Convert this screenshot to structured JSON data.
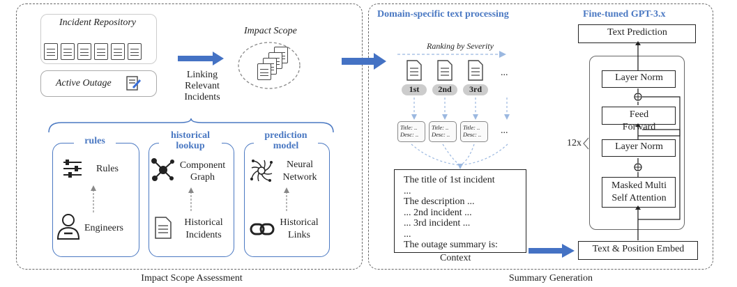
{
  "left_panel": {
    "caption": "Impact Scope Assessment",
    "incident_repository": "Incident Repository",
    "active_outage": "Active Outage",
    "impact_scope": "Impact Scope",
    "linking_label": "Linking\nRelevant\nIncidents",
    "categories": [
      {
        "title": "rules",
        "top": "Rules",
        "bottom": "Engineers"
      },
      {
        "title": "historical\nlookup",
        "top": "Component\nGraph",
        "bottom": "Historical\nIncidents"
      },
      {
        "title": "prediction\nmodel",
        "top": "Neural\nNetwork",
        "bottom": "Historical\nLinks"
      }
    ]
  },
  "right_panel": {
    "caption": "Summary Generation",
    "domain_title": "Domain-specific text processing",
    "ranking_label": "Ranking by Severity",
    "ranks": [
      "1st",
      "2nd",
      "3rd"
    ],
    "ellipsis": "...",
    "mini_card": {
      "title": "Title: ..",
      "desc": "Desc: .."
    },
    "context_lines": [
      "The title of 1st incident",
      "...",
      "The description ...",
      "... 2nd incident ...",
      "... 3rd incident ...",
      "...",
      "The outage summary is:"
    ],
    "context_label": "Context",
    "gpt_title": "Fine-tuned GPT-3.x",
    "text_prediction": "Text Prediction",
    "layer_norm_top": "Layer Norm",
    "feed_forward": "Feed\nForward",
    "layer_norm_bottom": "Layer Norm",
    "masked_attention": "Masked Multi\nSelf Attention",
    "repeat_label": "12x",
    "embed": "Text & Position Embed",
    "plus_symbol": "⊕"
  },
  "colors": {
    "accent_blue": "#4a78c2",
    "arrow_blue": "#4472c4"
  }
}
